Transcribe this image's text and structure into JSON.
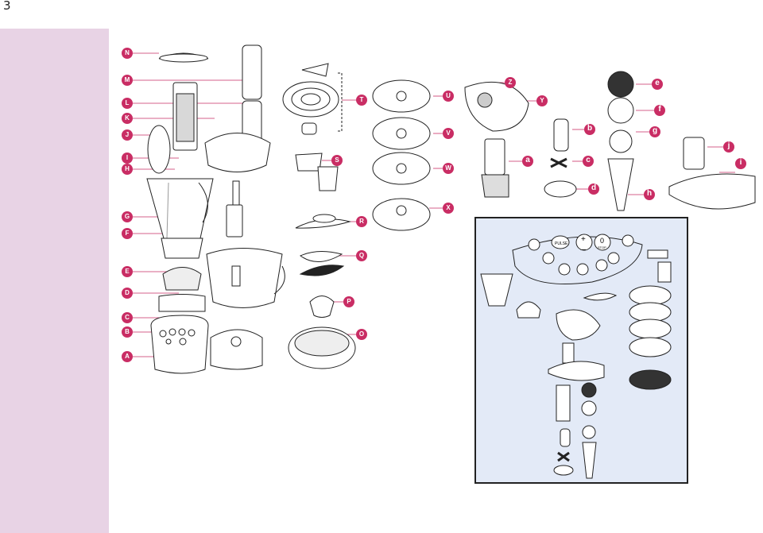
{
  "page_number": "3",
  "colors": {
    "label_fill": "#c92d64",
    "side_band": "#e8d3e5",
    "panel_fill": "#e3eaf7",
    "panel_border": "#222222"
  },
  "labels": {
    "N": "N",
    "M": "M",
    "L": "L",
    "K": "K",
    "J": "J",
    "I": "I",
    "H": "H",
    "G": "G",
    "F": "F",
    "E": "E",
    "D": "D",
    "C": "C",
    "B": "B",
    "A": "A",
    "T": "T",
    "S": "S",
    "R": "R",
    "Q": "Q",
    "P": "P",
    "O": "O",
    "U": "U",
    "V": "V",
    "W": "W",
    "X": "X",
    "Z": "Z",
    "Y": "Y",
    "a": "a",
    "b": "b",
    "c": "c",
    "d": "d",
    "e": "e",
    "f": "f",
    "g": "g",
    "h": "h",
    "j": "j",
    "i": "i"
  },
  "control_panel": {
    "pulse_label": "PULSE",
    "plus_label": "+",
    "minus_label": "—",
    "zero_label": "0",
    "stop_label": "STOP"
  }
}
